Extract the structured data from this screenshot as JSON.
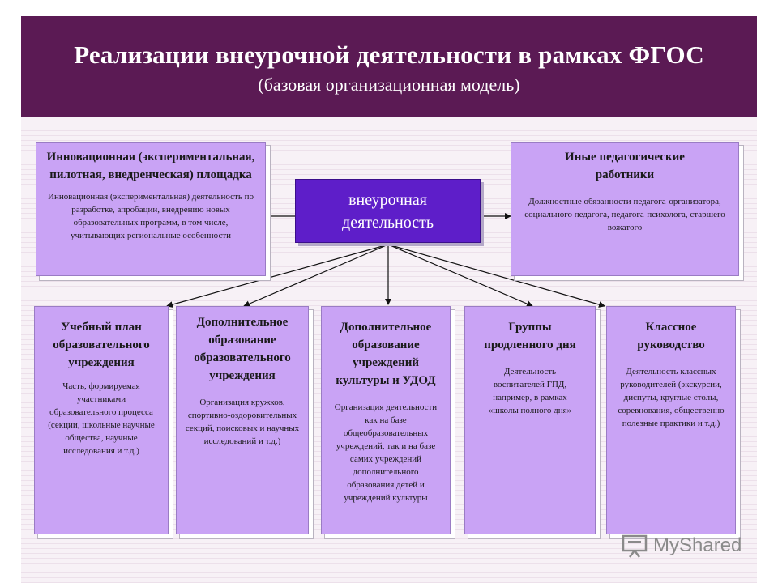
{
  "header": {
    "title": "Реализации внеурочной деятельности в рамках ФГОС",
    "subtitle": "(базовая организационная модель)"
  },
  "center": {
    "label": "внеурочная деятельность"
  },
  "top_left": {
    "title": "Инновационная (экспериментальная, пилотная, внедренческая) площадка",
    "text": "Инновационная (экспериментальная) деятельность по разработке, апробации, внедрению новых образовательных программ, в том числе, учитывающих региональные особенности"
  },
  "top_right": {
    "title": "Иные педагогические работники",
    "text": "Должностные обязанности педагога-организатора, социального педагога, педагога-психолога, старшего вожатого"
  },
  "bottom": [
    {
      "title": "Учебный план образовательного учреждения",
      "text": "Часть, формируемая участниками образовательного процесса (секции, школьные научные общества, научные исследования и т.д.)"
    },
    {
      "title": "Дополнительное образование образовательного учреждения",
      "text": "Организация кружков, спортивно-оздоровительных секций, поисковых и научных исследований и т.д.)"
    },
    {
      "title": "Дополнительное образование учреждений культуры и УДОД",
      "text": "Организация деятельности как на базе общеобразовательных учреждений, так и на базе самих учреждений дополнительного образования детей и учреждений культуры"
    },
    {
      "title": "Группы продленного дня",
      "text": "Деятельность воспитателей ГПД, например, в рамках «школы полного дня»"
    },
    {
      "title": "Классное руководство",
      "text": "Деятельность классных руководителей (экскурсии, диспуты, круглые столы, соревнования, общественно полезные практики и т.д.)"
    }
  ],
  "watermark": {
    "text": "MyShared",
    "icon": "presentation-icon"
  },
  "colors": {
    "header_bg": "#5b1a54",
    "center_bg": "#5e1ec9",
    "box_bg": "#c9a3f5"
  }
}
